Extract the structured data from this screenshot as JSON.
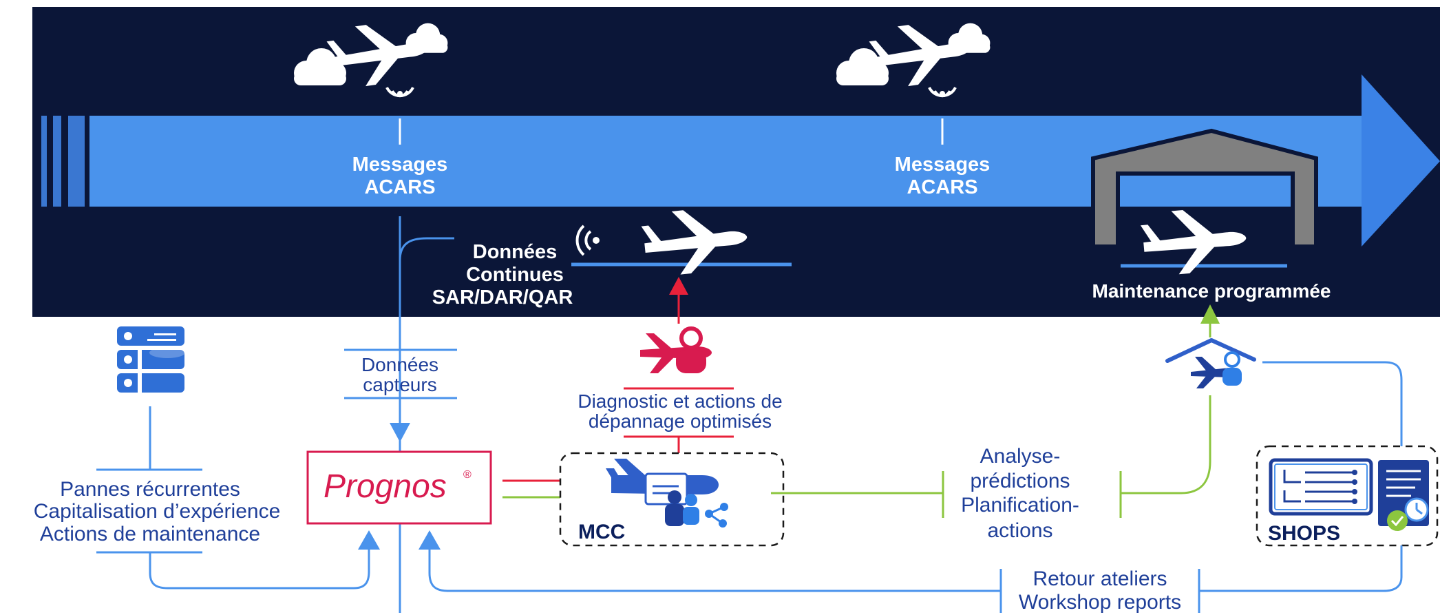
{
  "colors": {
    "navy": "#0b1638",
    "band": "#4a93ec",
    "arrowhead": "#3b82e6",
    "line_blue": "#4a93ec",
    "line_green": "#8cc63f",
    "red": "#e8213a",
    "crimson": "#d81b4f",
    "text_blue": "#1f3f99",
    "hangar_grey": "#808080"
  },
  "icons": {
    "plane_cloud_1": "airplane-cloud-wifi-icon",
    "plane_cloud_2": "airplane-cloud-wifi-icon",
    "continuous_plane": "airplane-signal-icon",
    "hangar": "hangar-airplane-icon",
    "database": "server-database-icon",
    "red_person": "airplane-technician-icon",
    "mcc": "operations-center-icon",
    "roof": "maintenance-roof-icon",
    "shops": "workshop-circuit-report-icon"
  },
  "timeline": {
    "acars_1": [
      "Messages",
      "ACARS"
    ],
    "acars_2": [
      "Messages",
      "ACARS"
    ],
    "continuous_data": [
      "Données",
      "Continues",
      "SAR/DAR/QAR"
    ],
    "scheduled_maintenance": "Maintenance programmée"
  },
  "nodes": {
    "sensor_data": [
      "Données",
      "capteurs"
    ],
    "prognos_logo": "Prognos",
    "registered_mark": "®",
    "diagnostic": [
      "Diagnostic et actions de",
      "dépannage optimisés"
    ],
    "mcc_label": "MCC",
    "history": [
      "Pannes récurrentes",
      "Capitalisation d’expérience",
      "Actions de maintenance"
    ],
    "analysis": [
      "Analyse-",
      "prédictions",
      "Planification-",
      "actions"
    ],
    "shops_label": "SHOPS",
    "workshop": [
      "Retour ateliers",
      "Workshop reports"
    ]
  }
}
